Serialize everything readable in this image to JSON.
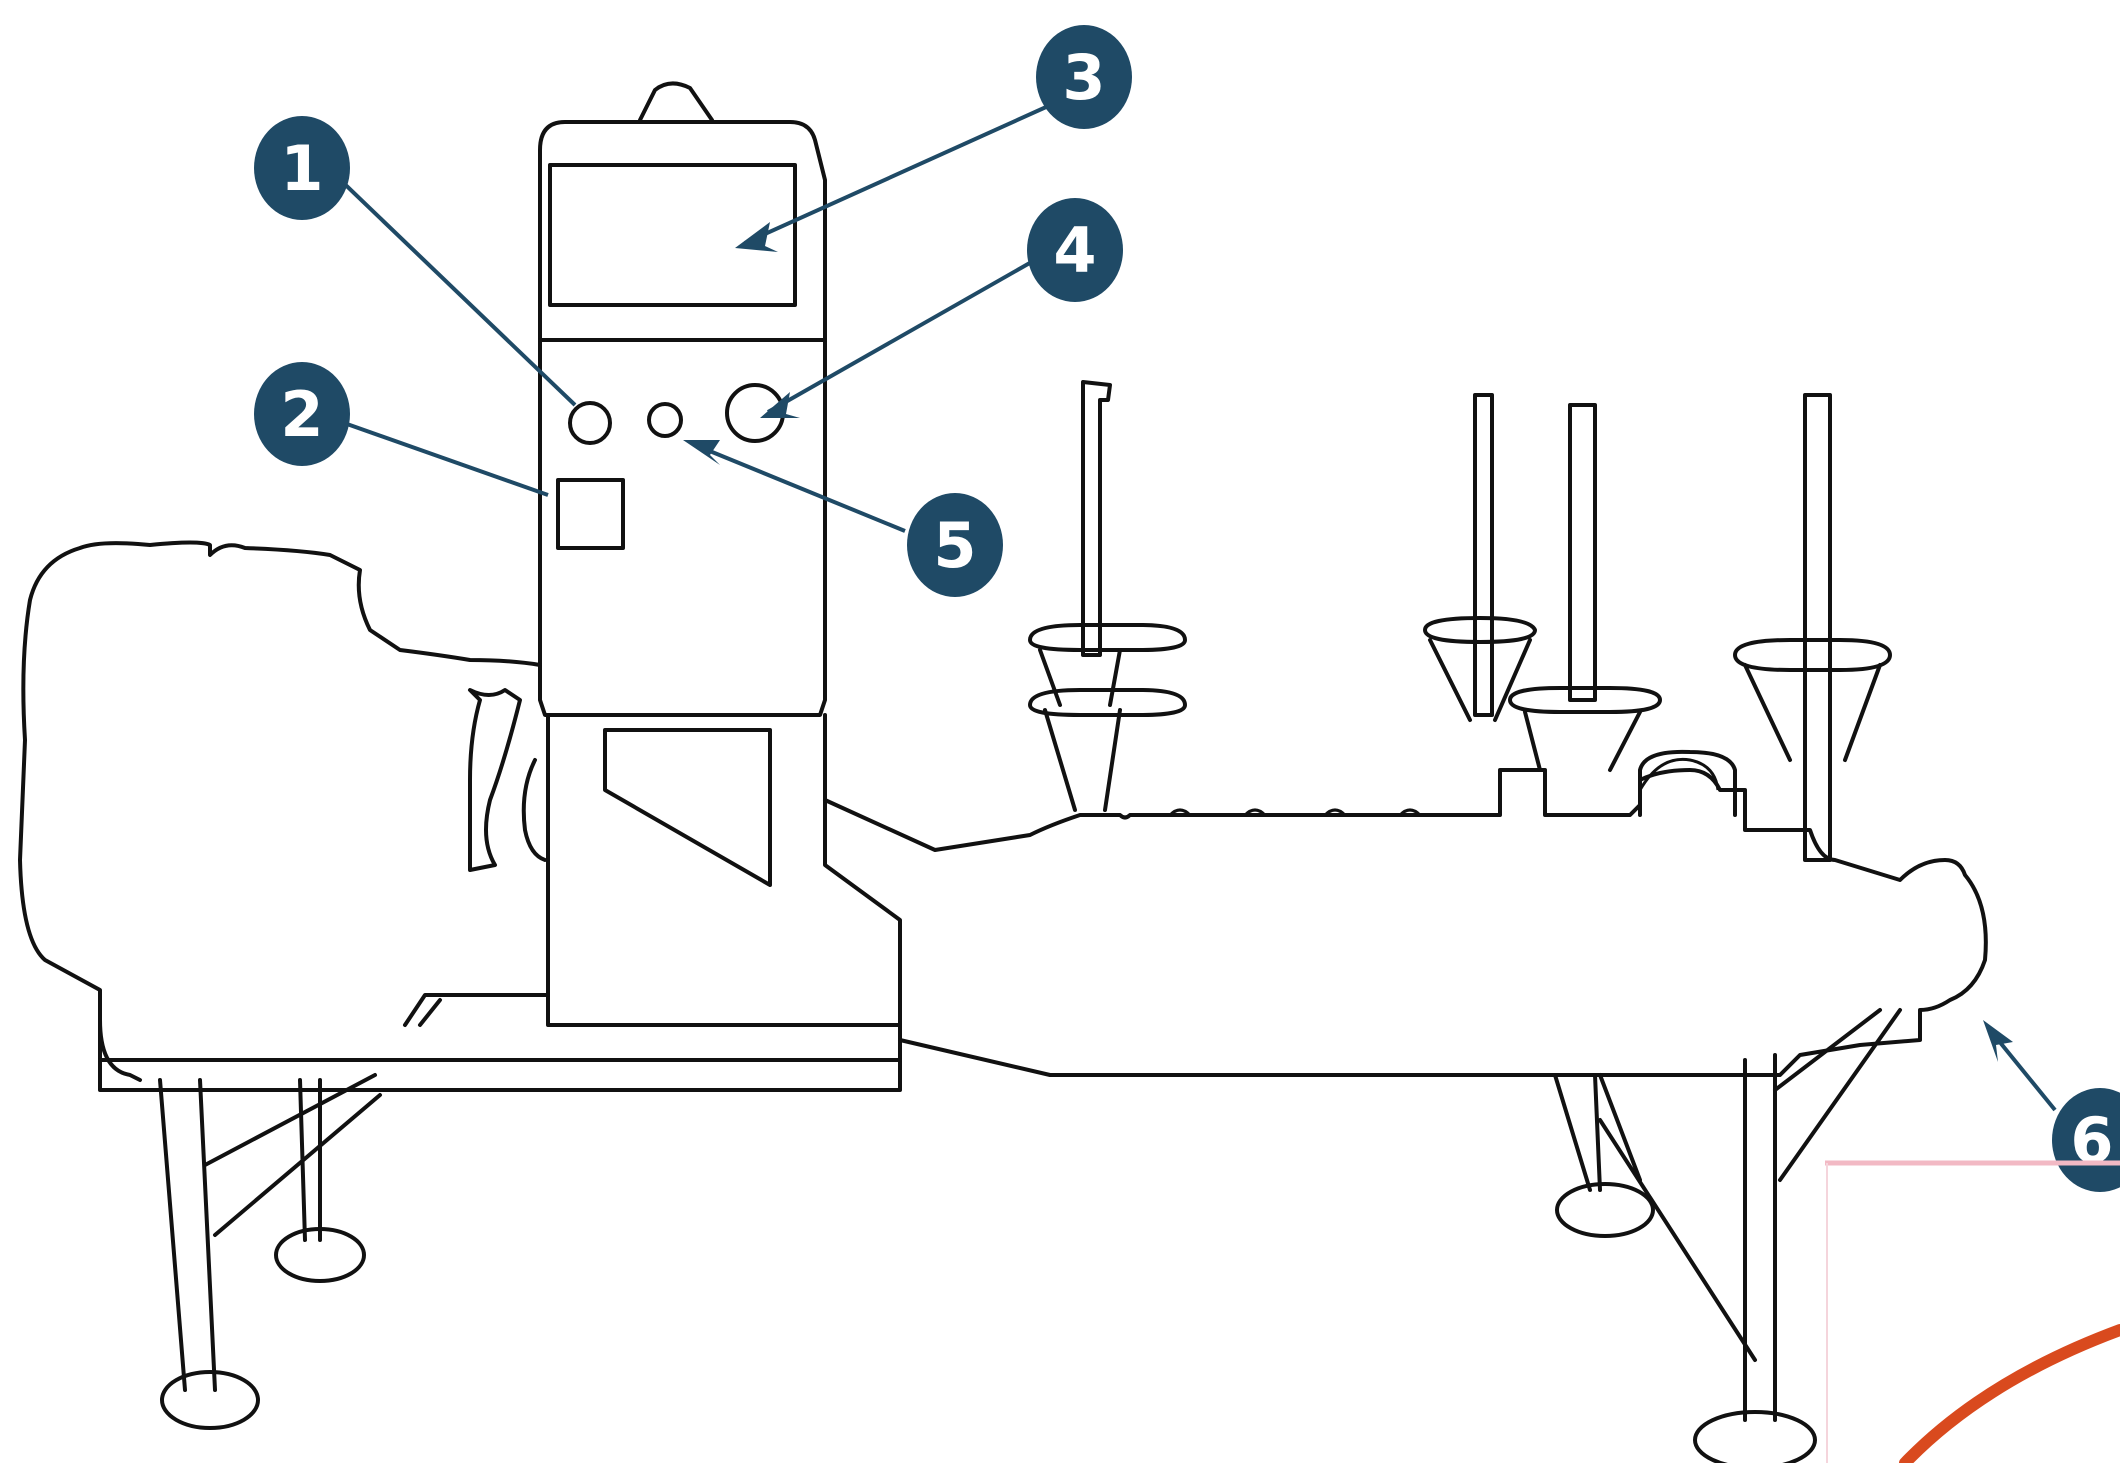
{
  "callouts": [
    {
      "id": "1",
      "label": "1"
    },
    {
      "id": "2",
      "label": "2"
    },
    {
      "id": "3",
      "label": "3"
    },
    {
      "id": "4",
      "label": "4"
    },
    {
      "id": "5",
      "label": "5"
    },
    {
      "id": "6",
      "label": "6"
    }
  ],
  "colors": {
    "badge": "#1f4a66",
    "outline": "#111111",
    "accent_swoosh": "#d94a1e",
    "accent_line": "#f2b9c4"
  }
}
